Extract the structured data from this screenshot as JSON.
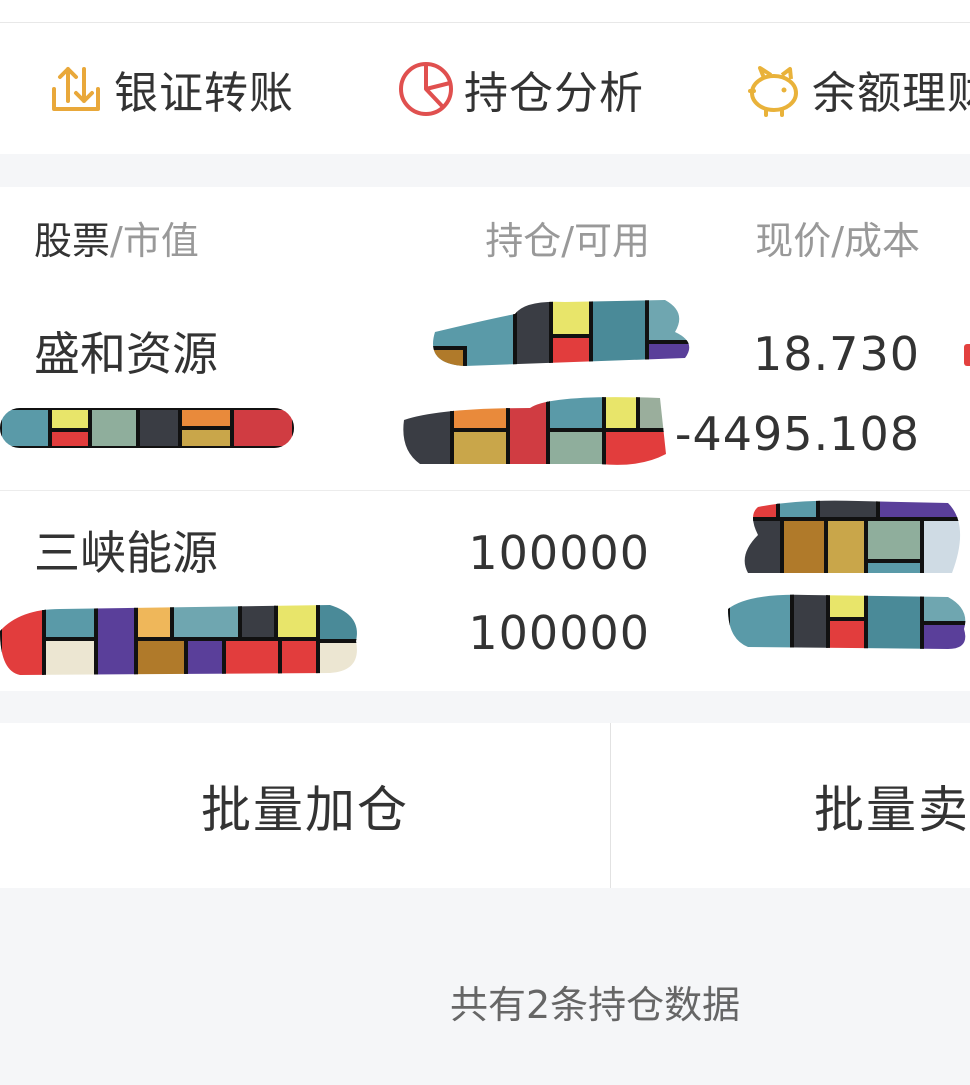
{
  "quick_actions": [
    {
      "label": "银证转账",
      "icon": "transfer-icon",
      "color": "#e9a83a"
    },
    {
      "label": "持仓分析",
      "icon": "pie-chart-icon",
      "color": "#e0504f"
    },
    {
      "label": "余额理财",
      "icon": "piggy-bank-icon",
      "color": "#e9b23a"
    }
  ],
  "table": {
    "header": {
      "stock_main": "股票",
      "stock_sub": "/市值",
      "position": "持仓/可用",
      "price": "现价/成本"
    },
    "rows": [
      {
        "name": "盛和资源",
        "price": "18.730",
        "cost": "-4495.108"
      },
      {
        "name": "三峡能源",
        "position": "100000",
        "available": "100000"
      }
    ]
  },
  "actions": {
    "batch_add": "批量加仓",
    "batch_sell": "批量卖出"
  },
  "footer": {
    "count_text": "共有2条持仓数据"
  },
  "colors": {
    "accent_orange": "#e9a83a",
    "accent_red": "#e0504f",
    "text_primary": "#333333",
    "text_secondary": "#999999"
  }
}
